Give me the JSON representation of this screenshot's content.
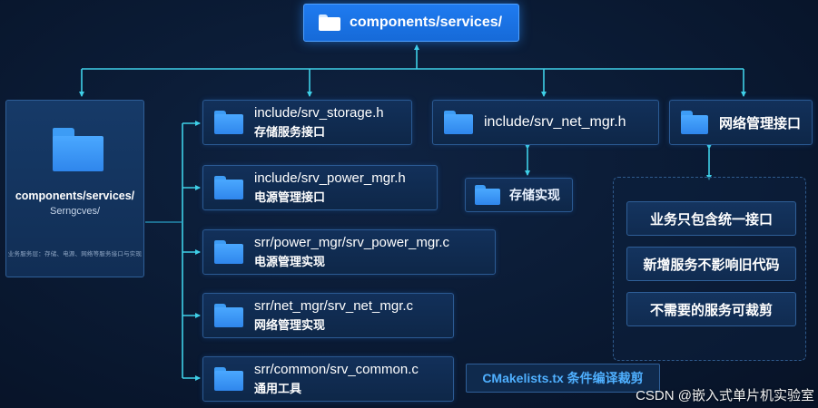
{
  "root": {
    "label": "components/services/",
    "icon": "folder-icon"
  },
  "left_card": {
    "line1": "components/services/",
    "line2": "Serngcves/",
    "caption": "业务服务层：存储、电源、网络等服务接口与实现"
  },
  "files": [
    {
      "path": "include/srv_storage.h",
      "desc": "存储服务接口"
    },
    {
      "path": "include/srv_power_mgr.h",
      "desc": "电源管理接口"
    },
    {
      "path": "srr/power_mgr/srv_power_mgr.c",
      "desc": "电源管理实现"
    },
    {
      "path": "srr/net_mgr/srv_net_mgr.c",
      "desc": "网络管理实现"
    },
    {
      "path": "srr/common/srv_common.c",
      "desc": "通用工具"
    }
  ],
  "net_header": {
    "label": "include/srv_net_mgr.h"
  },
  "storage_impl": {
    "label": "存储实现"
  },
  "net_iface": {
    "label": "网络管理接口"
  },
  "notes": [
    "业务只包含统一接口",
    "新增服务不影响旧代码",
    "不需要的服务可裁剪"
  ],
  "cmake": {
    "label": "CMakelists.tx 条件编译裁剪"
  },
  "watermark": "CSDN @嵌入式单片机实验室",
  "colors": {
    "accent": "#1f7bf0",
    "connector": "#3fd0e8",
    "background": "#0a1a33"
  }
}
